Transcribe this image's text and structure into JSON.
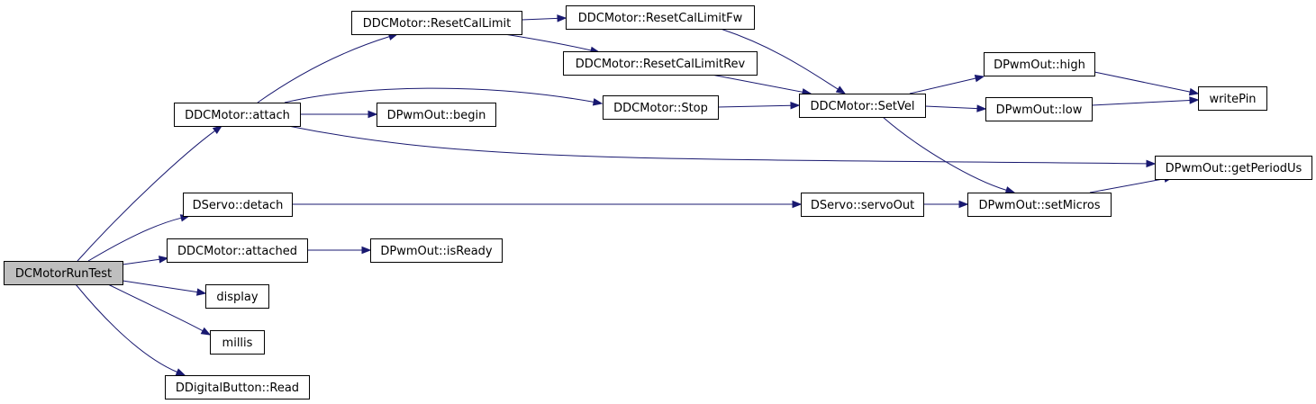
{
  "nodes": [
    {
      "id": "n_run",
      "label": "DCMotorRunTest",
      "root": true
    },
    {
      "id": "n_attach",
      "label": "DDCMotor::attach"
    },
    {
      "id": "n_detach",
      "label": "DServo::detach"
    },
    {
      "id": "n_attached",
      "label": "DDCMotor::attached"
    },
    {
      "id": "n_display",
      "label": "display"
    },
    {
      "id": "n_millis",
      "label": "millis"
    },
    {
      "id": "n_read",
      "label": "DDigitalButton::Read"
    },
    {
      "id": "n_rcl",
      "label": "DDCMotor::ResetCalLimit"
    },
    {
      "id": "n_begin",
      "label": "DPwmOut::begin"
    },
    {
      "id": "n_isready",
      "label": "DPwmOut::isReady"
    },
    {
      "id": "n_rclfw",
      "label": "DDCMotor::ResetCalLimitFw"
    },
    {
      "id": "n_rclrev",
      "label": "DDCMotor::ResetCalLimitRev"
    },
    {
      "id": "n_stop",
      "label": "DDCMotor::Stop"
    },
    {
      "id": "n_servoout",
      "label": "DServo::servoOut"
    },
    {
      "id": "n_setvel",
      "label": "DDCMotor::SetVel"
    },
    {
      "id": "n_high",
      "label": "DPwmOut::high"
    },
    {
      "id": "n_low",
      "label": "DPwmOut::low"
    },
    {
      "id": "n_setmicros",
      "label": "DPwmOut::setMicros"
    },
    {
      "id": "n_writepin",
      "label": "writePin"
    },
    {
      "id": "n_period",
      "label": "DPwmOut::getPeriodUs"
    }
  ],
  "edges": [
    {
      "from": "n_run",
      "to": "n_attach"
    },
    {
      "from": "n_run",
      "to": "n_detach"
    },
    {
      "from": "n_run",
      "to": "n_attached"
    },
    {
      "from": "n_run",
      "to": "n_display"
    },
    {
      "from": "n_run",
      "to": "n_millis"
    },
    {
      "from": "n_run",
      "to": "n_read"
    },
    {
      "from": "n_attach",
      "to": "n_rcl"
    },
    {
      "from": "n_attach",
      "to": "n_begin"
    },
    {
      "from": "n_attach",
      "to": "n_stop"
    },
    {
      "from": "n_attach",
      "to": "n_period"
    },
    {
      "from": "n_rcl",
      "to": "n_rclfw"
    },
    {
      "from": "n_rcl",
      "to": "n_rclrev"
    },
    {
      "from": "n_rclfw",
      "to": "n_setvel"
    },
    {
      "from": "n_rclrev",
      "to": "n_setvel"
    },
    {
      "from": "n_stop",
      "to": "n_setvel"
    },
    {
      "from": "n_setvel",
      "to": "n_high"
    },
    {
      "from": "n_setvel",
      "to": "n_low"
    },
    {
      "from": "n_setvel",
      "to": "n_setmicros"
    },
    {
      "from": "n_high",
      "to": "n_writepin"
    },
    {
      "from": "n_low",
      "to": "n_writepin"
    },
    {
      "from": "n_detach",
      "to": "n_servoout"
    },
    {
      "from": "n_servoout",
      "to": "n_setmicros"
    },
    {
      "from": "n_setmicros",
      "to": "n_period"
    },
    {
      "from": "n_attached",
      "to": "n_isready"
    }
  ]
}
